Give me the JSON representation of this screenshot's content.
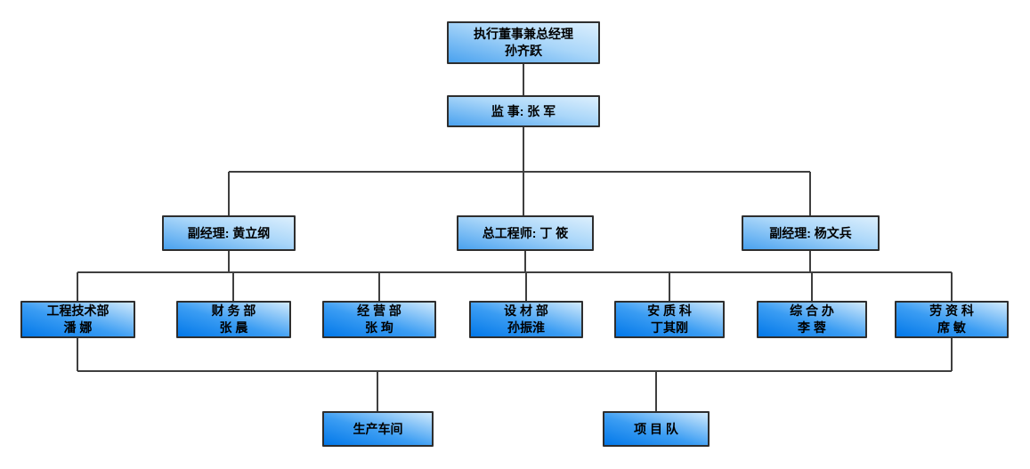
{
  "chart_type": "organization-chart",
  "colors": {
    "connector": "#3f3f3f",
    "border": "#2e2e2e",
    "light_start": "#4aa2ef",
    "light_end": "#dceffd",
    "deep_start": "#0278e9",
    "deep_end": "#cfe9fc"
  },
  "nodes": {
    "root": {
      "line1": "执行董事兼总经理",
      "line2": "孙齐跃"
    },
    "supervisor": {
      "label": "监 事: 张 军"
    },
    "deputy_left": {
      "label": "副经理: 黄立纲"
    },
    "chief_engineer": {
      "label": "总工程师: 丁 筱"
    },
    "deputy_right": {
      "label": "副经理: 杨文兵"
    },
    "dept_1": {
      "line1": "工程技术部",
      "line2": "潘 娜"
    },
    "dept_2": {
      "line1": "财 务 部",
      "line2": "张 晨"
    },
    "dept_3": {
      "line1": "经 营 部",
      "line2": "张 珣"
    },
    "dept_4": {
      "line1": "设 材 部",
      "line2": "孙振淮"
    },
    "dept_5": {
      "line1": "安 质 科",
      "line2": "丁其刚"
    },
    "dept_6": {
      "line1": "综 合 办",
      "line2": "李 蓉"
    },
    "dept_7": {
      "line1": "劳 资 科",
      "line2": "席 敏"
    },
    "unit_production": {
      "label": "生产车间"
    },
    "unit_project": {
      "label": "项 目 队"
    }
  }
}
